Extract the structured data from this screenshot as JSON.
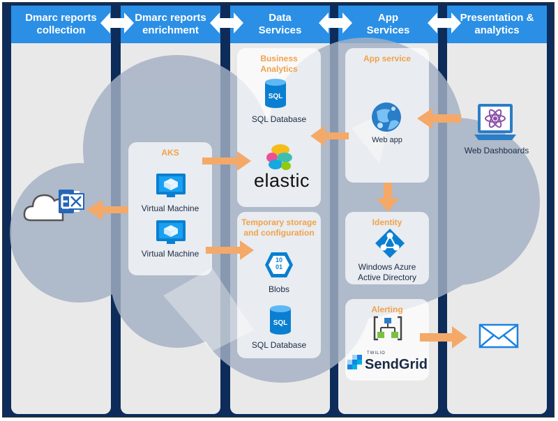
{
  "columns": [
    {
      "title": "Dmarc reports\ncollection"
    },
    {
      "title": "Dmarc reports\nenrichment"
    },
    {
      "title": "Data\nServices"
    },
    {
      "title": "App\nServices"
    },
    {
      "title": "Presentation &\nanalytics"
    }
  ],
  "aks": {
    "title": "AKS",
    "vm1_label": "Virtual Machine",
    "vm2_label": "Virtual Machine",
    "vm_badge": "VM"
  },
  "business_analytics": {
    "title": "Business\nAnalytics",
    "sql_label": "SQL Database",
    "sql_badge": "SQL",
    "elastic_word": "elastic"
  },
  "temp_storage": {
    "title": "Temporary storage\nand configuration",
    "blobs_label": "Blobs",
    "blobs_badge": "10\n01",
    "sql_label": "SQL Database",
    "sql_badge": "SQL"
  },
  "app_service": {
    "title": "App service",
    "webapp_label": "Web app"
  },
  "identity": {
    "title": "Identity",
    "aad_label": "Windows Azure\nActive Directory"
  },
  "alerting": {
    "title": "Alerting",
    "sendgrid_word": "SendGrid",
    "twilio_word": "TWILIO"
  },
  "presentation": {
    "dashboard_label": "Web Dashboards"
  },
  "colors": {
    "frame": "#0d2c5a",
    "header": "#2b8fe5",
    "column_bg": "#e9e9e9",
    "cloud": "#a3b0c4",
    "arrow": "#f4a968",
    "card_title": "#f0a24a",
    "azure_blue": "#0a7fd1"
  },
  "icons": [
    "exchange-cloud-icon",
    "virtual-machine-icon",
    "sql-database-icon",
    "elastic-logo-icon",
    "blobs-icon",
    "web-app-icon",
    "active-directory-icon",
    "logic-app-icon",
    "sendgrid-logo-icon",
    "web-dashboard-icon",
    "email-icon"
  ]
}
